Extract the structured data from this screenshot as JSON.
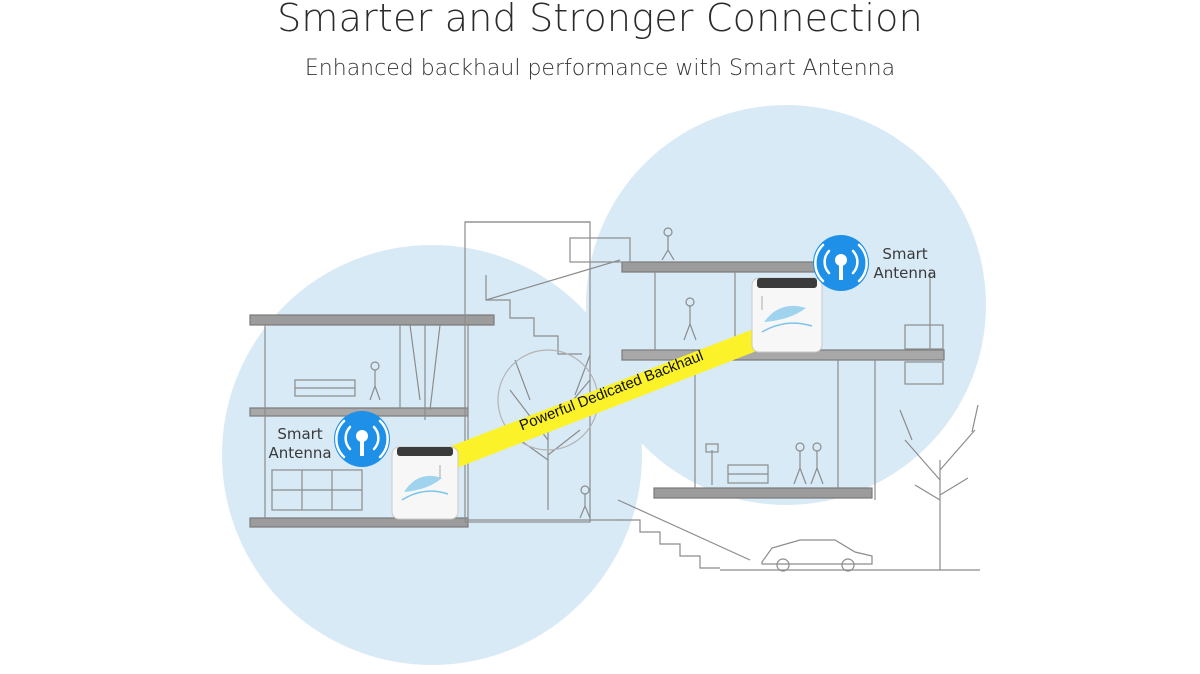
{
  "header": {
    "title": "Smarter and Stronger Connection",
    "subtitle": "Enhanced backhaul performance with Smart Antenna"
  },
  "diagram": {
    "nodes": [
      {
        "id": "router-left",
        "label": "Smart Antenna",
        "icon": "wifi-antenna-icon"
      },
      {
        "id": "router-right",
        "label": "Smart Antenna",
        "icon": "wifi-antenna-icon"
      }
    ],
    "edges": [
      {
        "from": "router-left",
        "to": "router-right",
        "label": "Powerful Dedicated Backhaul"
      }
    ]
  },
  "colors": {
    "coverage": "#d7e9f7",
    "antenna_badge": "#1e90e8",
    "backhaul": "#fbf22a",
    "line_art": "#8a8a8a"
  }
}
